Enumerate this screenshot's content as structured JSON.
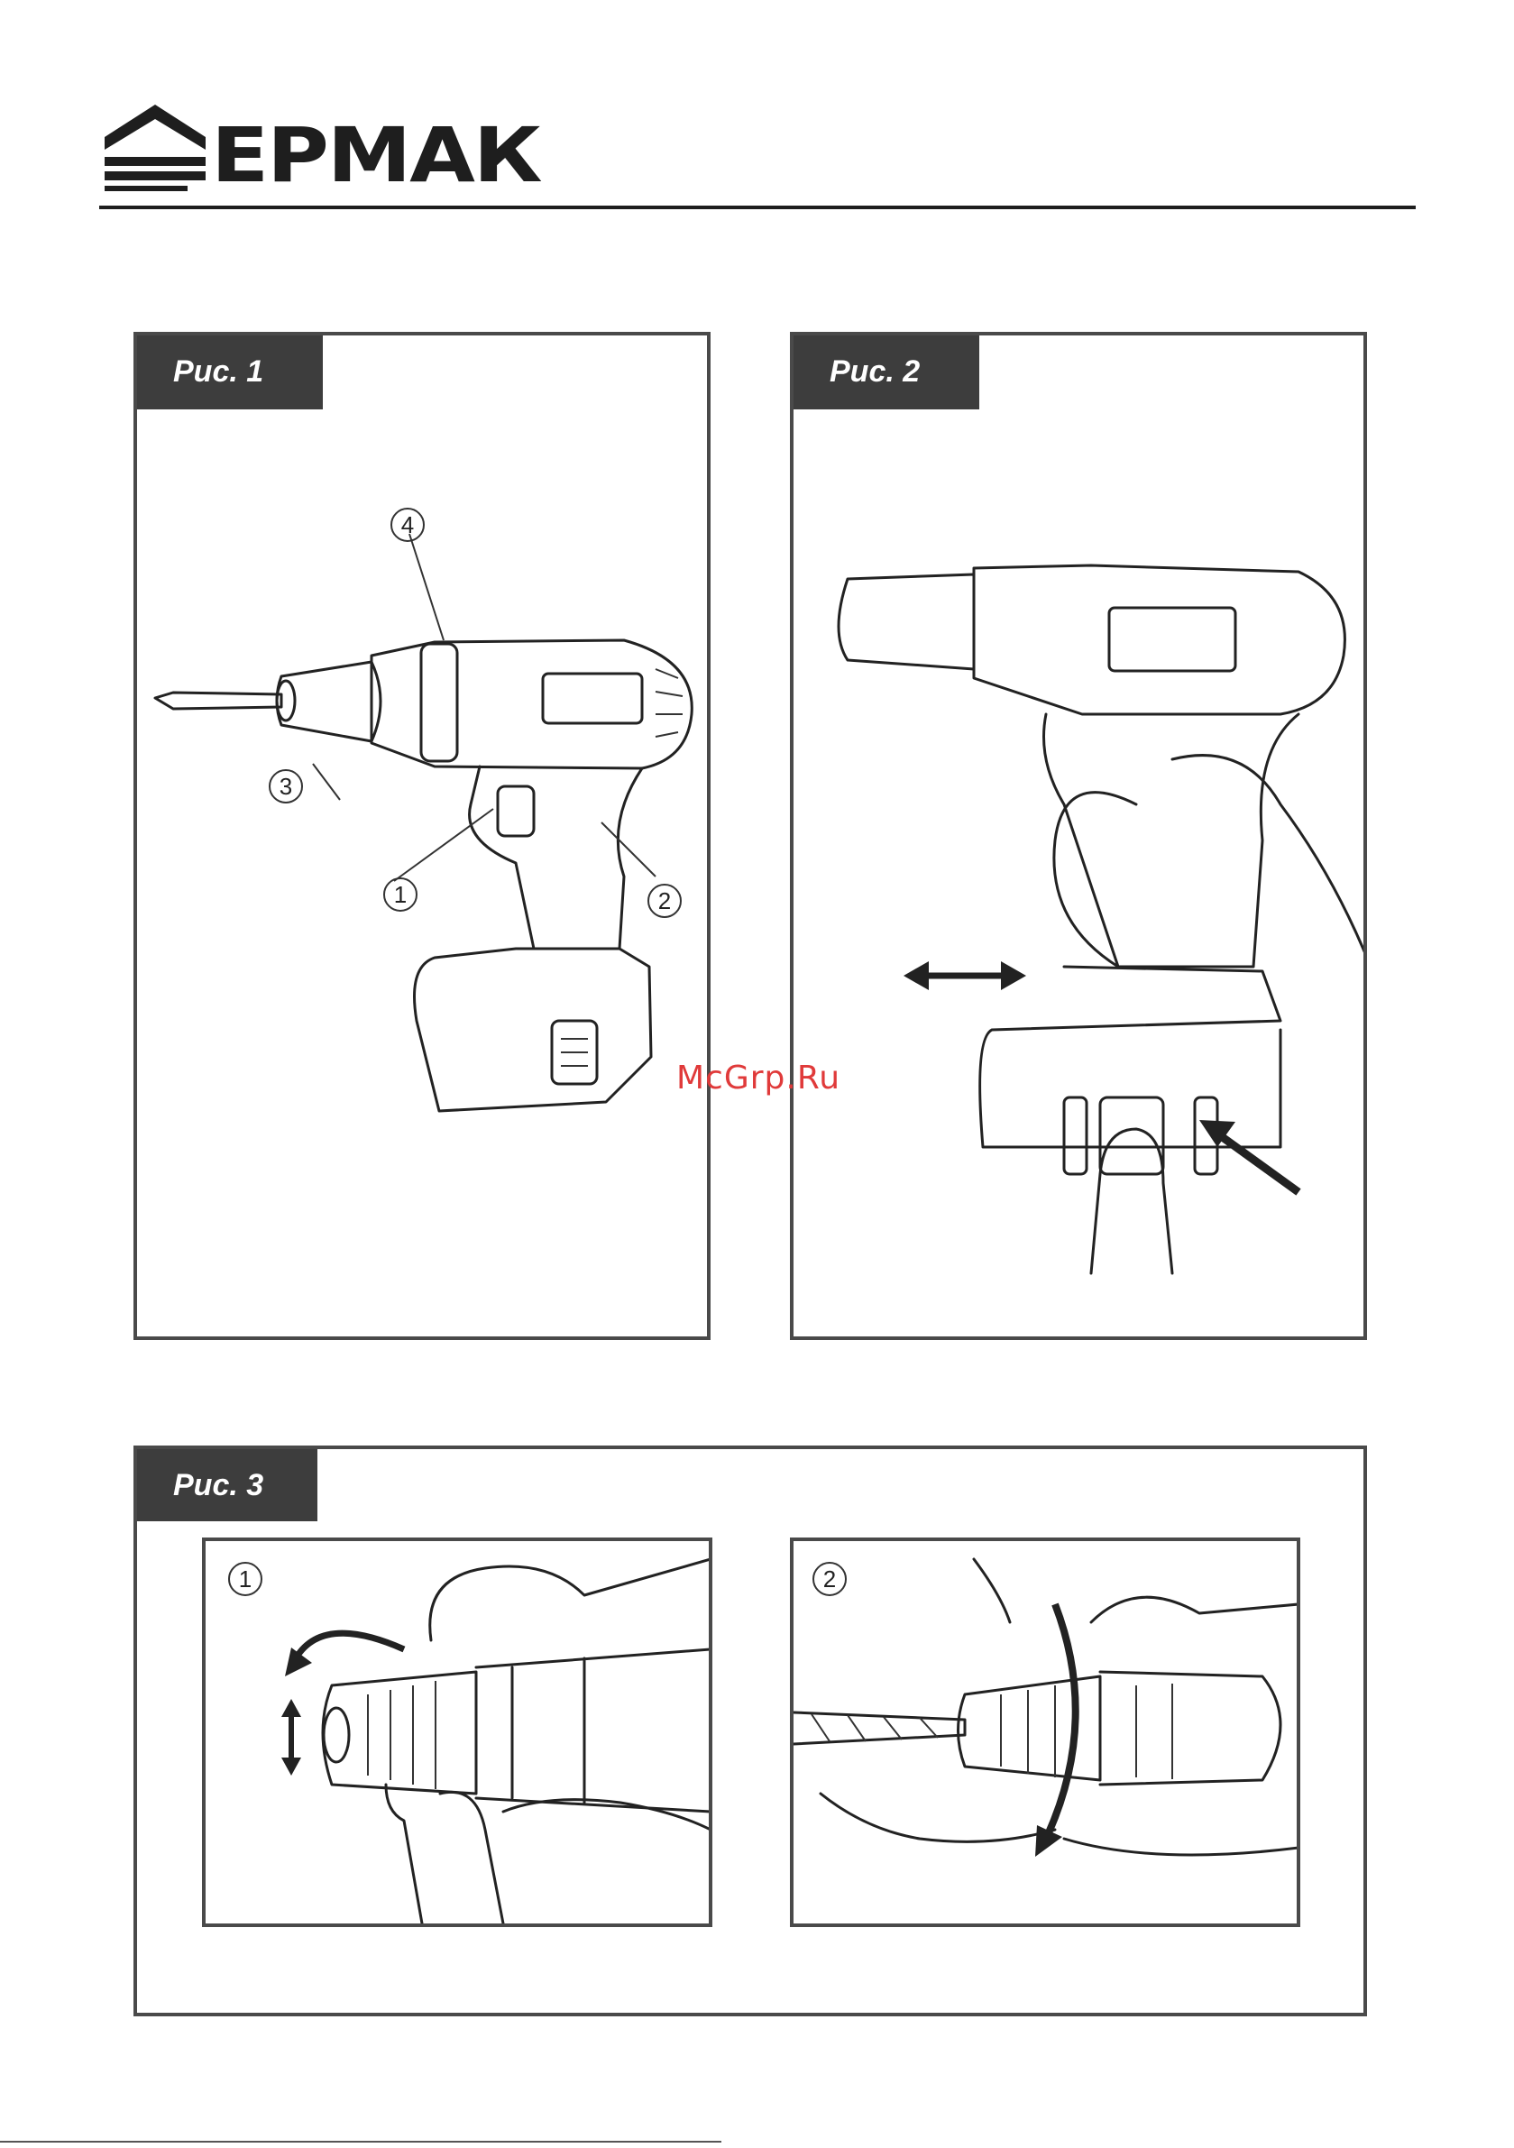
{
  "brand": {
    "name": "ЕРМАК"
  },
  "figures": [
    {
      "id": "fig1",
      "label": "Рис. 1",
      "callouts": [
        "1",
        "2",
        "3",
        "4"
      ]
    },
    {
      "id": "fig2",
      "label": "Рис. 2"
    },
    {
      "id": "fig3",
      "label": "Рис. 3",
      "panels": [
        "1",
        "2"
      ]
    }
  ],
  "watermark": "McGrp.Ru"
}
